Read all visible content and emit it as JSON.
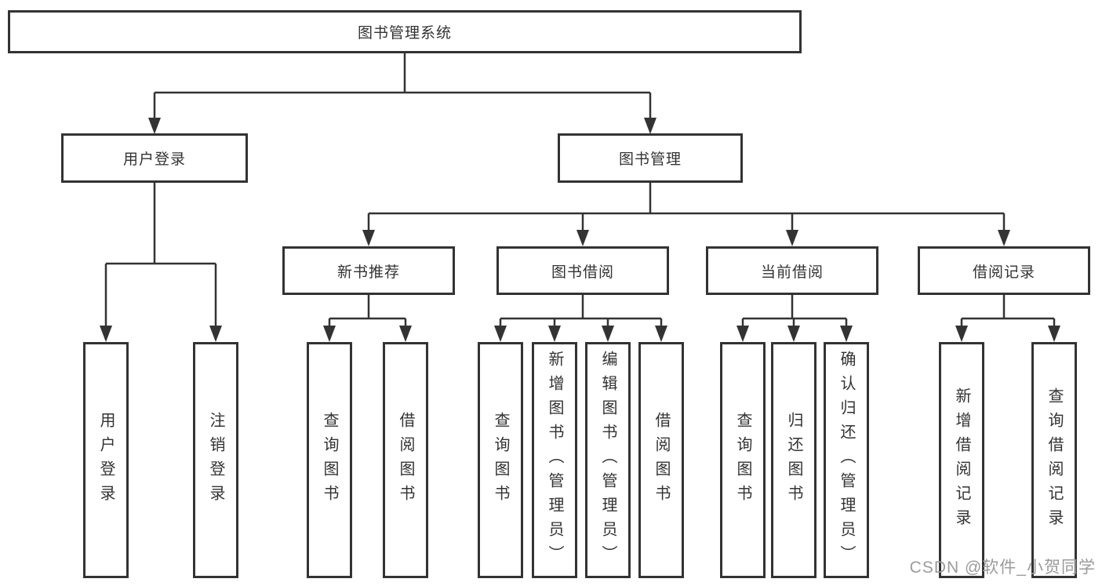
{
  "diagram": {
    "nodes": {
      "root": "图书管理系统",
      "user_login": "用户登录",
      "book_management": "图书管理",
      "new_book_recommend": "新书推荐",
      "book_borrow": "图书借阅",
      "current_borrow": "当前借阅",
      "borrow_record": "借阅记录",
      "user_login_children": [
        "用户登录",
        "注销登录"
      ],
      "new_book_recommend_children": [
        "查询图书",
        "借阅图书"
      ],
      "book_borrow_children": [
        "查询图书",
        "新增图书（管理员）",
        "编辑图书（管理员）",
        "借阅图书"
      ],
      "current_borrow_children": [
        "查询图书",
        "归还图书",
        "确认归还（管理员）"
      ],
      "borrow_record_children": [
        "新增借阅记录",
        "查询借阅记录"
      ]
    }
  },
  "watermark": "CSDN @软件_小贺同学",
  "colors": {
    "line": "#333333",
    "box_border": "#333333",
    "text": "#333333",
    "background": "#ffffff",
    "watermark": "#9b9b9b"
  }
}
